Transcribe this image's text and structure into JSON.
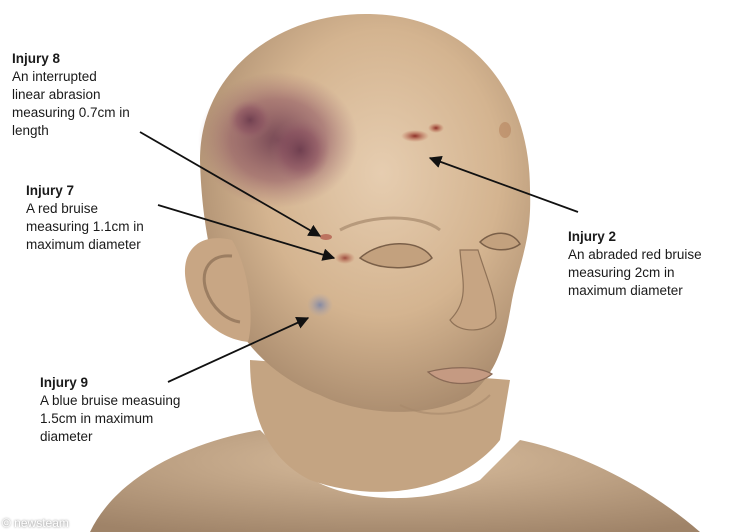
{
  "injuries": [
    {
      "id": "8",
      "title": "Injury 8",
      "description": "An interrupted\nlinear abrasion\nmeasuring 0.7cm in\nlength"
    },
    {
      "id": "7",
      "title": "Injury 7",
      "description": "A red bruise\nmeasuring 1.1cm in\nmaximum diameter"
    },
    {
      "id": "2",
      "title": "Injury 2",
      "description": "An abraded red bruise\nmeasuring 2cm in\nmaximum diameter"
    },
    {
      "id": "9",
      "title": "Injury 9",
      "description": "A blue bruise measuing\n1.5cm in maximum\ndiameter"
    }
  ],
  "watermark": "© newsteam",
  "colors": {
    "skin": "#d8b894",
    "skin_shadow": "#a88a6c",
    "bruise_purple": "#7a4a5a",
    "bruise_red": "#9b3a2e",
    "bruise_blue": "#8a94b2",
    "arrow": "#111111",
    "background": "#ffffff"
  }
}
